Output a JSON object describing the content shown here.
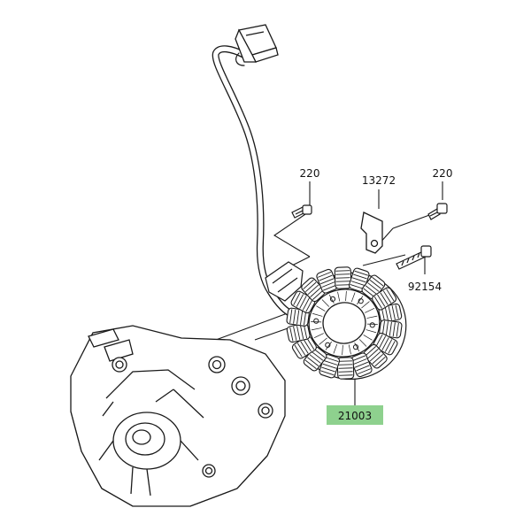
{
  "diagram": {
    "part_labels": {
      "bolt_left": "220",
      "bracket": "13272",
      "bolt_right": "220",
      "bolt_long": "92154",
      "stator": "21003"
    },
    "highlight_color": "#8ed18e",
    "line_color": "#1a1a1a"
  }
}
